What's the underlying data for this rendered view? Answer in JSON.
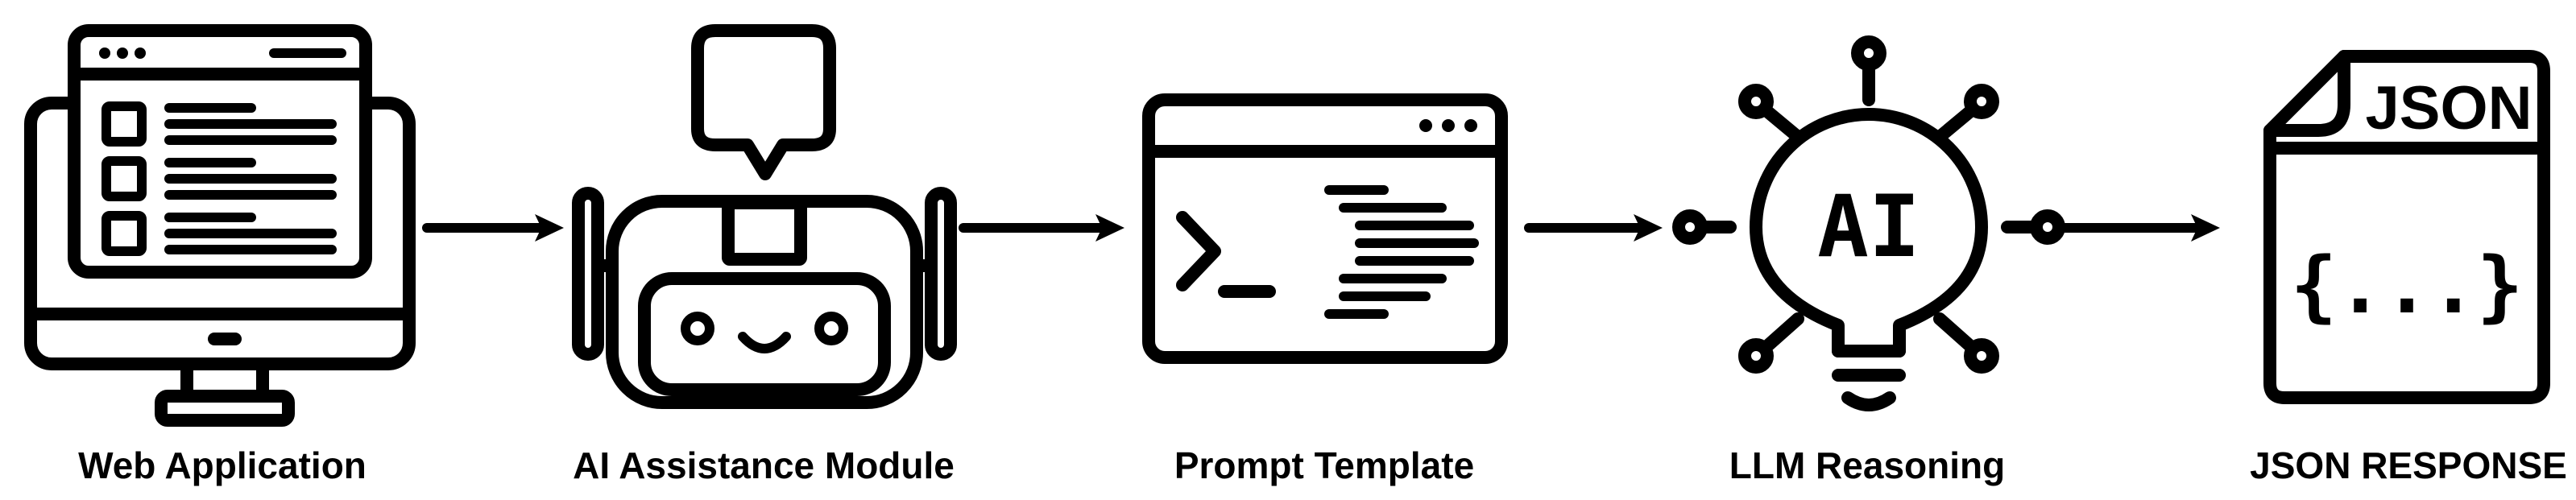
{
  "diagram": {
    "steps": [
      {
        "label": "Web Application",
        "icon": "monitor-webpage-icon"
      },
      {
        "label": "AI Assistance Module",
        "icon": "robot-icon"
      },
      {
        "label": "Prompt Template",
        "icon": "terminal-window-icon"
      },
      {
        "label": "LLM Reasoning",
        "icon": "ai-lightbulb-icon"
      },
      {
        "label": "JSON RESPONSE",
        "icon": "json-file-icon"
      }
    ],
    "icon_text": {
      "ai": "AI",
      "json": "JSON",
      "braces": "{...}"
    },
    "colors": {
      "stroke": "#000000",
      "background": "#ffffff"
    }
  }
}
